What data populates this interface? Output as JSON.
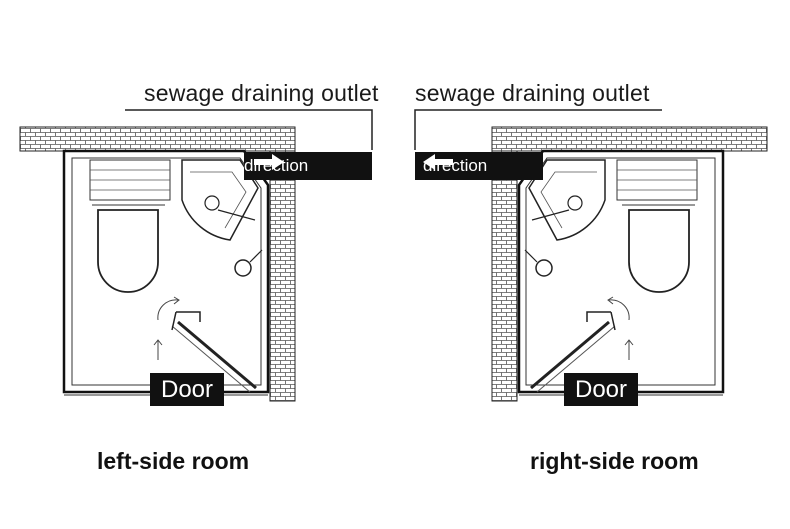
{
  "left_room": {
    "outlet_label": "sewage draining outlet",
    "direction_label": "direction",
    "direction_arrow": "arrow-right-icon",
    "door_label": "Door",
    "caption": "left-side room"
  },
  "right_room": {
    "outlet_label": "sewage draining outlet",
    "direction_label": "direction",
    "direction_arrow": "arrow-left-icon",
    "door_label": "Door",
    "caption": "right-side room"
  },
  "colors": {
    "ink": "#111111",
    "badge_bg": "#111111",
    "badge_text": "#ffffff",
    "background": "#ffffff"
  }
}
